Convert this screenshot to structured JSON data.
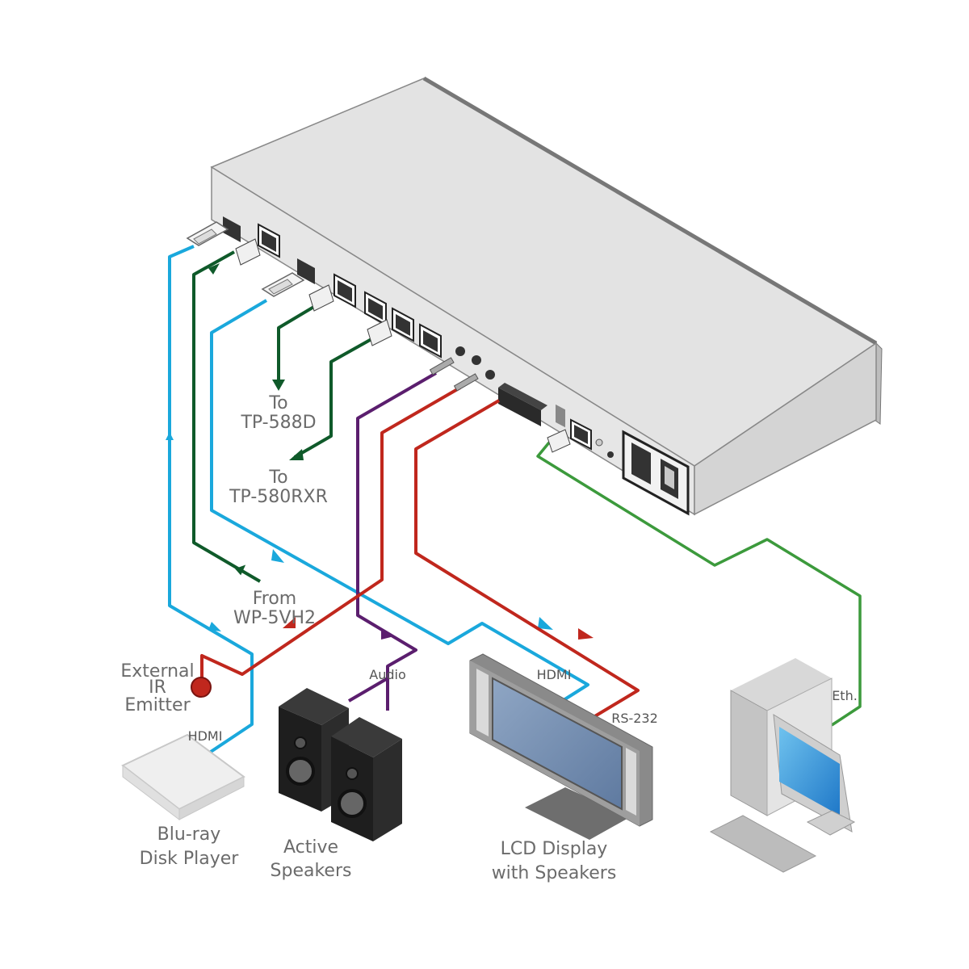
{
  "diagram": {
    "device": "AV switcher rear panel",
    "colors": {
      "hdmi": "#1aa8dc",
      "hdbaset": "#0f5a2a",
      "audio": "#5b1e6e",
      "ir_rs232": "#c0271d",
      "ethernet": "#3c9a3c",
      "chassis": "#dcdcdc",
      "label": "#6b6b6b"
    },
    "labels": {
      "to_tp588d_line1": "To",
      "to_tp588d_line2": "TP-588D",
      "to_tp580rxr_line1": "To",
      "to_tp580rxr_line2": "TP-580RXR",
      "from_wp5vh2_line1": "From",
      "from_wp5vh2_line2": "WP-5VH2",
      "ir_emitter_line1": "External",
      "ir_emitter_line2": "IR",
      "ir_emitter_line3": "Emitter",
      "bluray_cable": "HDMI",
      "bluray_line1": "Blu-ray",
      "bluray_line2": "Disk Player",
      "speakers_cable": "Audio",
      "speakers_line1": "Active",
      "speakers_line2": "Speakers",
      "lcd_hdmi_cable": "HDMI",
      "lcd_rs232_cable": "RS-232",
      "lcd_line1": "LCD Display",
      "lcd_line2": "with Speakers",
      "pc_cable": "Eth."
    },
    "connections": [
      {
        "from": "Blu-ray Disk Player",
        "to": "HDMI IN",
        "type": "HDMI"
      },
      {
        "from": "WP-5VH2",
        "to": "HDBT IN",
        "type": "HDBaseT"
      },
      {
        "from": "HDBT OUT",
        "to": "TP-588D",
        "type": "HDBaseT"
      },
      {
        "from": "HDBT OUT",
        "to": "TP-580RXR",
        "type": "HDBaseT"
      },
      {
        "from": "HDMI OUT",
        "to": "LCD Display with Speakers",
        "type": "HDMI"
      },
      {
        "from": "Audio OUT",
        "to": "Active Speakers",
        "type": "Audio"
      },
      {
        "from": "IR OUT",
        "to": "External IR Emitter",
        "type": "IR"
      },
      {
        "from": "RS-232",
        "to": "LCD Display with Speakers",
        "type": "RS-232"
      },
      {
        "from": "Ethernet",
        "to": "PC",
        "type": "Ethernet"
      }
    ]
  }
}
